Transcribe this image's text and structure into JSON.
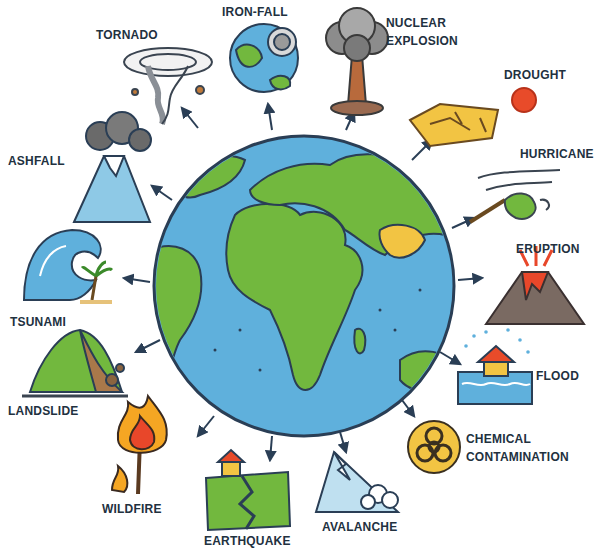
{
  "diagram": {
    "labels": [
      "IRON-FALL",
      "TORNADO",
      "NUCLEAR EXPLOSION",
      "DROUGHT",
      "HURRICANE",
      "ASHFALL",
      "ERUPTION",
      "TSUNAMI",
      "FLOOD",
      "LANDSLIDE",
      "CHEMICAL CONTAMINATION",
      "WILDFIRE",
      "AVALANCHE",
      "EARTHQUAKE"
    ]
  }
}
